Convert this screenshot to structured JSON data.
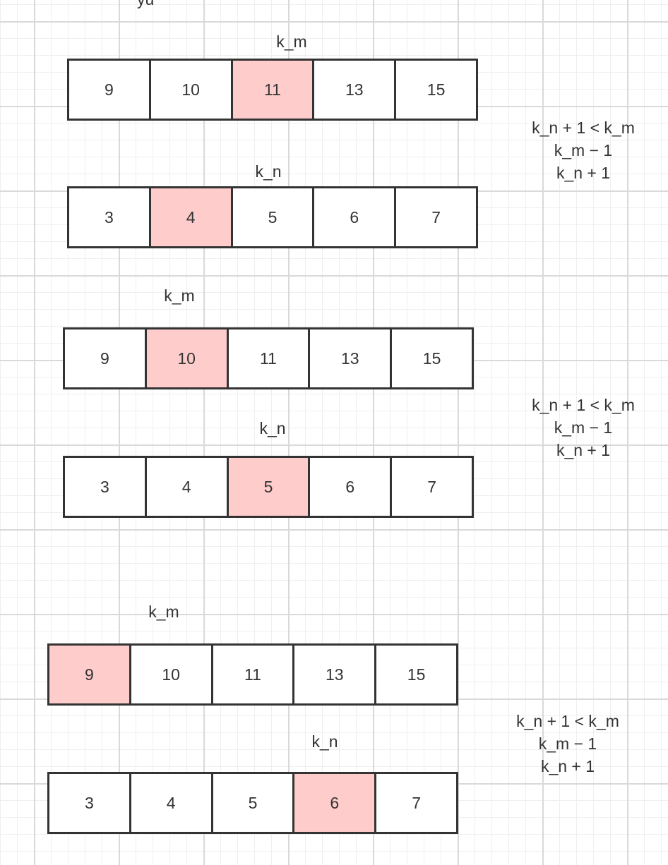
{
  "highlight_color": "#ffcccc",
  "top_fragment": "yu",
  "scenarios": [
    {
      "m_label": "k_m",
      "n_label": "k_n",
      "m_array": [
        "9",
        "10",
        "11",
        "13",
        "15"
      ],
      "n_array": [
        "3",
        "4",
        "5",
        "6",
        "7"
      ],
      "m_highlight_index": 2,
      "n_highlight_index": 1,
      "conditions": [
        "k_n + 1 < k_m",
        "k_m − 1",
        "k_n + 1"
      ]
    },
    {
      "m_label": "k_m",
      "n_label": "k_n",
      "m_array": [
        "9",
        "10",
        "11",
        "13",
        "15"
      ],
      "n_array": [
        "3",
        "4",
        "5",
        "6",
        "7"
      ],
      "m_highlight_index": 1,
      "n_highlight_index": 2,
      "conditions": [
        "k_n + 1 < k_m",
        "k_m − 1",
        "k_n + 1"
      ]
    },
    {
      "m_label": "k_m",
      "n_label": "k_n",
      "m_array": [
        "9",
        "10",
        "11",
        "13",
        "15"
      ],
      "n_array": [
        "3",
        "4",
        "5",
        "6",
        "7"
      ],
      "m_highlight_index": 0,
      "n_highlight_index": 3,
      "conditions": [
        "k_n + 1 < k_m",
        "k_m − 1",
        "k_n + 1"
      ]
    }
  ]
}
